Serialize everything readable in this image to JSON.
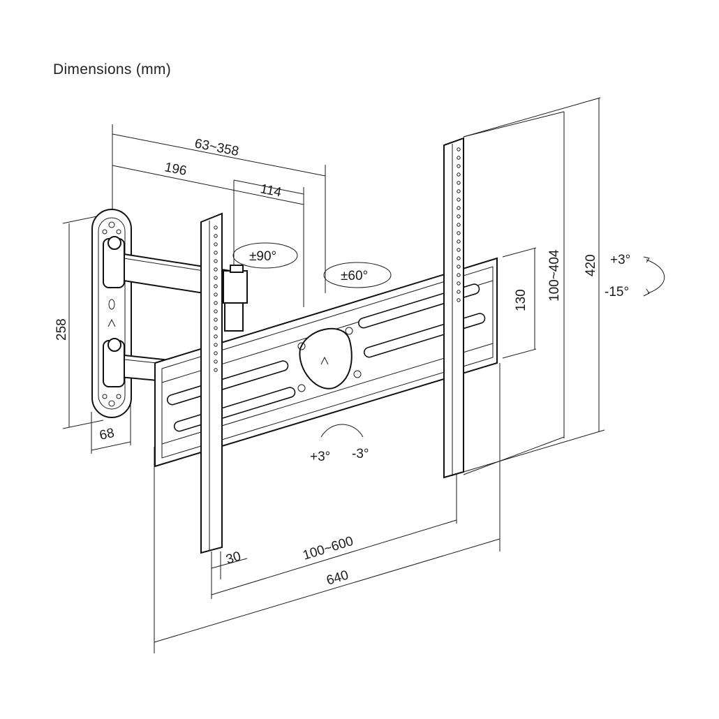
{
  "title": "Dimensions (mm)",
  "dimensions": {
    "arm_extension": "63~358",
    "arm_196": "196",
    "arm_114": "114",
    "wall_plate_height": "258",
    "wall_plate_width": "68",
    "bracket_height": "130",
    "vesa_vertical": "100~404",
    "arm_height": "420",
    "rail_width": "30",
    "vesa_horizontal": "100~600",
    "total_width": "640"
  },
  "rotations": {
    "swivel_90": "±90°",
    "swivel_60": "±60°",
    "tilt_up": "+3°",
    "tilt_down": "-15°",
    "level_plus": "+3°",
    "level_minus": "-3°"
  }
}
